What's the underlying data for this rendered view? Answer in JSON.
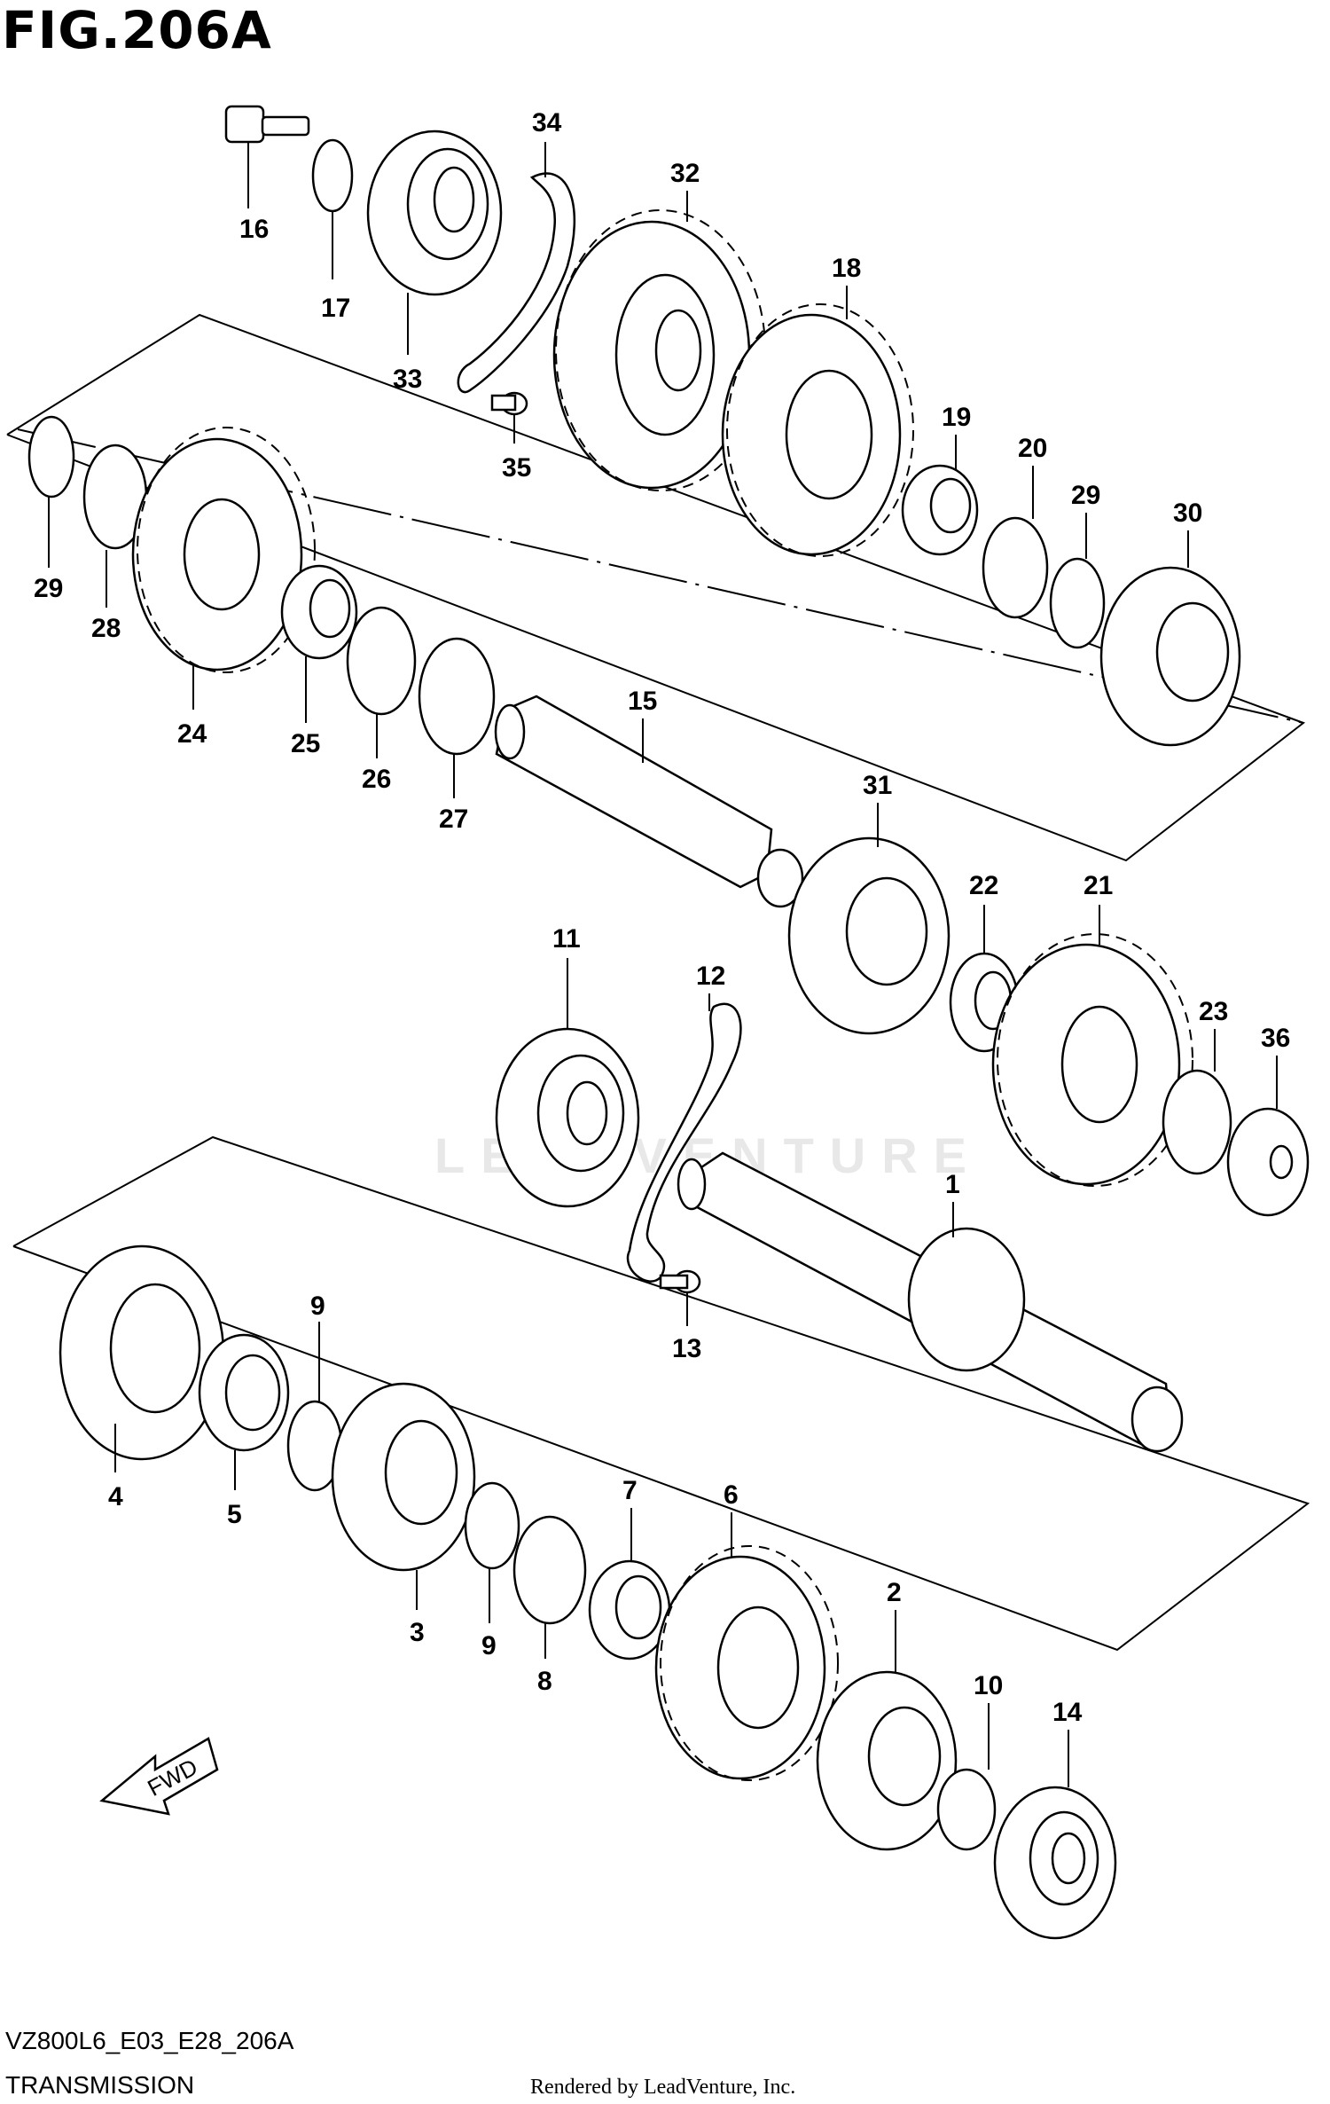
{
  "header": {
    "figure_title": "FIG.206A"
  },
  "footer": {
    "model_code": "VZ800L6_E03_E28_206A",
    "section_name": "TRANSMISSION",
    "render_credit": "Rendered by LeadVenture, Inc."
  },
  "watermark": "LEADVENTURE",
  "fwd_label": "FWD",
  "callouts": {
    "c1": "1",
    "c2": "2",
    "c3": "3",
    "c4": "4",
    "c5": "5",
    "c6": "6",
    "c7": "7",
    "c8": "8",
    "c9a": "9",
    "c9b": "9",
    "c10": "10",
    "c11": "11",
    "c12": "12",
    "c13": "13",
    "c14": "14",
    "c15": "15",
    "c16": "16",
    "c17": "17",
    "c18": "18",
    "c19": "19",
    "c20": "20",
    "c21": "21",
    "c22": "22",
    "c23": "23",
    "c24": "24",
    "c25": "25",
    "c26": "26",
    "c27": "27",
    "c28": "28",
    "c29a": "29",
    "c29b": "29",
    "c30": "30",
    "c31": "31",
    "c32": "32",
    "c33": "33",
    "c34": "34",
    "c35": "35",
    "c36": "36"
  }
}
